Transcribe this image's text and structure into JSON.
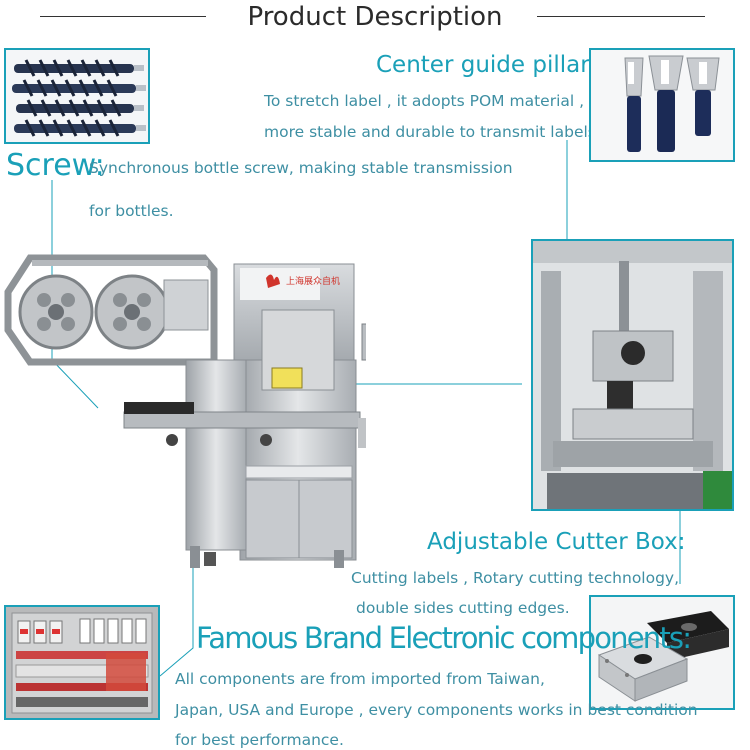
{
  "page": {
    "title": "Product Description"
  },
  "sections": {
    "pillar": {
      "heading": "Center guide pillar:",
      "lines": [
        "To stretch label , it adopts POM material ,",
        "more stable and durable to transmit labels."
      ]
    },
    "screw": {
      "heading": "Screw:",
      "lines": [
        "Synchronous bottle screw, making stable transmission",
        "for bottles."
      ]
    },
    "cutter": {
      "heading": "Adjustable Cutter Box:",
      "lines": [
        "Cutting labels , Rotary cutting technology,",
        "double sides cutting edges."
      ]
    },
    "electronic": {
      "heading": "Famous Brand Electronic components:",
      "lines": [
        "All components are from imported from Taiwan,",
        "Japan, USA and Europe , every components works in best condition",
        "for best performance."
      ]
    }
  },
  "machine_label": "上海展众自机",
  "colors": {
    "accent": "#1aa0b8",
    "text": "#3e8fa3",
    "title": "#2b2b2b",
    "logo": "#d0342c"
  },
  "icons": [
    "screw-photo",
    "guide-pillar-photo",
    "machine-photo",
    "detail-photo",
    "cutter-box-photo",
    "electrical-cabinet-photo"
  ]
}
